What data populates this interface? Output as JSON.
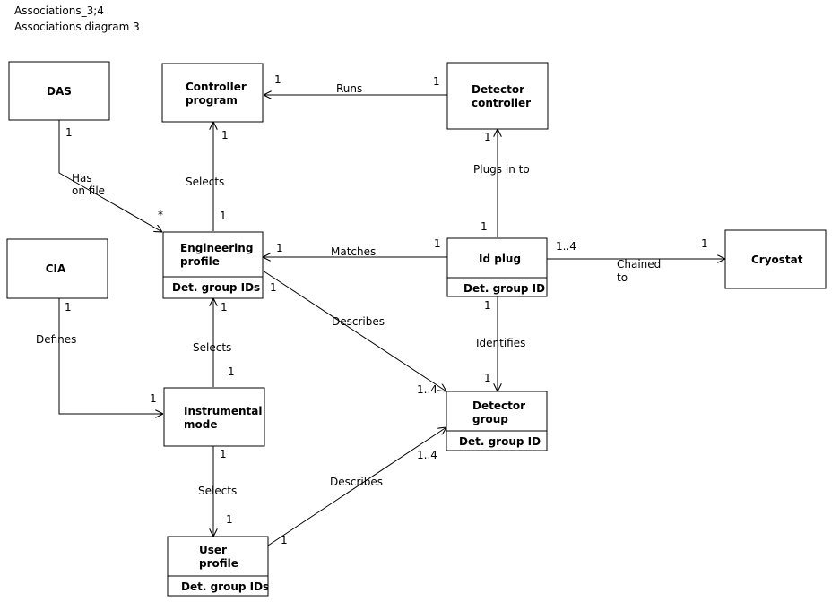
{
  "header": {
    "line1": "Associations_3;4",
    "line2": "Associations diagram 3"
  },
  "classes": {
    "das": {
      "name": "DAS"
    },
    "controller_program": {
      "name": [
        "Controller",
        "program"
      ]
    },
    "detector_controller": {
      "name": [
        "Detector",
        "controller"
      ]
    },
    "cia": {
      "name": "CIA"
    },
    "engineering_profile": {
      "name": [
        "Engineering",
        "profile"
      ],
      "attribute": "Det. group IDs"
    },
    "id_plug": {
      "name": "Id plug",
      "attribute": "Det. group ID"
    },
    "cryostat": {
      "name": "Cryostat"
    },
    "instrumental_mode": {
      "name": [
        "Instrumental",
        "mode"
      ]
    },
    "detector_group": {
      "name": [
        "Detector",
        "group"
      ],
      "attribute": "Det. group ID"
    },
    "user_profile": {
      "name": [
        "User",
        "profile"
      ],
      "attribute": "Det. group IDs"
    }
  },
  "associations": {
    "runs": {
      "label": "Runs",
      "from_mult": "1",
      "to_mult": "1"
    },
    "plugs_in_to": {
      "label": "Plugs in to",
      "from_mult": "1",
      "to_mult": "1"
    },
    "has_on_file": {
      "label": [
        "Has",
        "on file"
      ],
      "from_mult": "1",
      "to_mult": "*"
    },
    "selects_program": {
      "label": "Selects",
      "from_mult": "1",
      "to_mult": "1"
    },
    "matches": {
      "label": "Matches",
      "from_mult": "1",
      "to_mult": "1"
    },
    "chained_to": {
      "label": [
        "Chained",
        "to"
      ],
      "from_mult": "1..4",
      "to_mult": "1"
    },
    "describes_eng": {
      "label": "Describes",
      "from_mult": "1",
      "to_mult": "1..4"
    },
    "identifies": {
      "label": "Identifies",
      "from_mult": "1",
      "to_mult": "1"
    },
    "defines": {
      "label": "Defines",
      "from_mult": "1",
      "to_mult": "1"
    },
    "selects_eng": {
      "label": "Selects",
      "from_mult": "1",
      "to_mult": "1"
    },
    "selects_user": {
      "label": "Selects",
      "from_mult": "1",
      "to_mult": "1"
    },
    "describes_user": {
      "label": "Describes",
      "from_mult": "1",
      "to_mult": "1..4"
    }
  }
}
